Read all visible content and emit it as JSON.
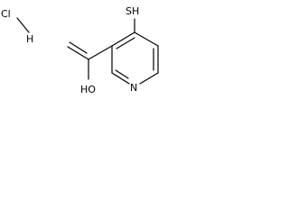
{
  "molecule": {
    "atoms": {
      "cl": "Cl",
      "h": "H",
      "sh": "SH",
      "oh": "HO",
      "n": "N"
    }
  },
  "colors": {
    "ink": "#000000",
    "background": "#ffffff"
  }
}
